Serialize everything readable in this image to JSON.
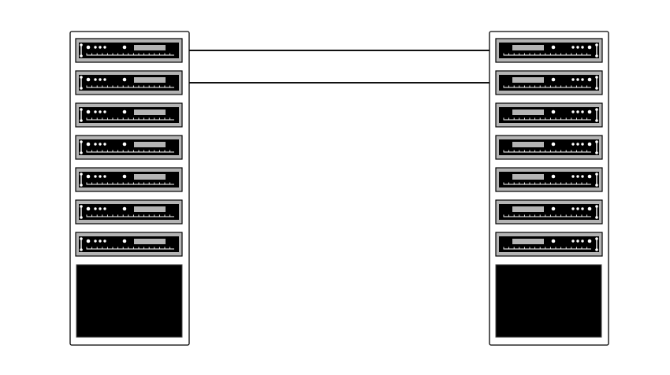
{
  "diagram": {
    "type": "server-rack-connection",
    "racks": [
      {
        "id": "left",
        "units": 7,
        "orientation": "normal",
        "has_storage_block": true
      },
      {
        "id": "right",
        "units": 7,
        "orientation": "mirrored",
        "has_storage_block": true
      }
    ],
    "connections": [
      {
        "from": {
          "rack": "left",
          "unit": 0
        },
        "to": {
          "rack": "right",
          "unit": 0
        }
      },
      {
        "from": {
          "rack": "left",
          "unit": 1
        },
        "to": {
          "rack": "right",
          "unit": 1
        }
      }
    ],
    "colors": {
      "background": "#ffffff",
      "rack_fill": "#ffffff",
      "rack_border": "#000000",
      "unit_bezel": "#b4b4b4",
      "unit_face": "#000000",
      "unit_display": "#b4b4b4",
      "unit_led": "#ffffff",
      "storage_block": "#000000",
      "cable": "#111111"
    }
  }
}
